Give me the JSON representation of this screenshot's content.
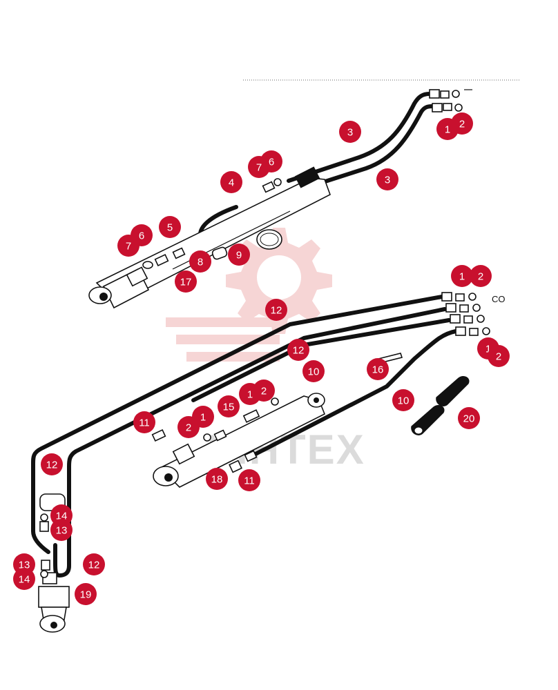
{
  "watermark": {
    "text": "VIHTEX",
    "color": "#e88a8a"
  },
  "callout_color": "#c8102e",
  "side_text": "CO",
  "callouts": [
    {
      "label": "1"
    },
    {
      "label": "2"
    },
    {
      "label": "3"
    },
    {
      "label": "3"
    },
    {
      "label": "6"
    },
    {
      "label": "7"
    },
    {
      "label": "4"
    },
    {
      "label": "5"
    },
    {
      "label": "6"
    },
    {
      "label": "7"
    },
    {
      "label": "8"
    },
    {
      "label": "9"
    },
    {
      "label": "17"
    },
    {
      "label": "1"
    },
    {
      "label": "2"
    },
    {
      "label": "12"
    },
    {
      "label": "12"
    },
    {
      "label": "10"
    },
    {
      "label": "16"
    },
    {
      "label": "1"
    },
    {
      "label": "2"
    },
    {
      "label": "10"
    },
    {
      "label": "20"
    },
    {
      "label": "1"
    },
    {
      "label": "2"
    },
    {
      "label": "15"
    },
    {
      "label": "1"
    },
    {
      "label": "2"
    },
    {
      "label": "11"
    },
    {
      "label": "12"
    },
    {
      "label": "18"
    },
    {
      "label": "11"
    },
    {
      "label": "14"
    },
    {
      "label": "13"
    },
    {
      "label": "13"
    },
    {
      "label": "14"
    },
    {
      "label": "12"
    },
    {
      "label": "19"
    }
  ]
}
